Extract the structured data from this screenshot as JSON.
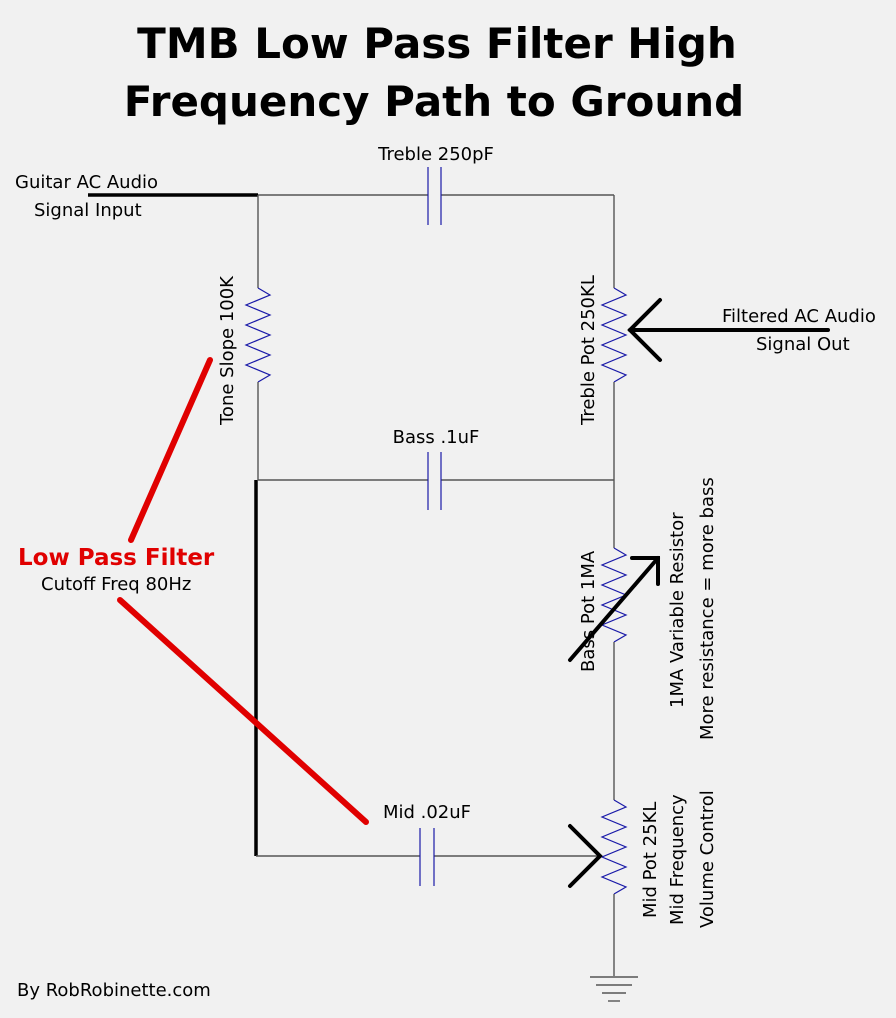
{
  "title": {
    "line1": "TMB Low Pass Filter High",
    "line2": "Frequency Path to Ground"
  },
  "input": {
    "line1": "Guitar AC Audio",
    "line2": "Signal Input"
  },
  "output": {
    "line1": "Filtered AC Audio",
    "line2": "Signal Out"
  },
  "components": {
    "treble_cap": "Treble 250pF",
    "bass_cap": "Bass .1uF",
    "mid_cap": "Mid .02uF",
    "tone_slope": "Tone Slope 100K",
    "treble_pot": "Treble Pot 250KL",
    "bass_pot": "Bass Pot 1MA",
    "mid_pot": "Mid Pot 25KL",
    "mid_desc1": "Mid Frequency",
    "mid_desc2": "Volume Control",
    "bass_desc1": "1MA Variable Resistor",
    "bass_desc2": "More resistance = more bass"
  },
  "filter_note": {
    "title": "Low Pass Filter",
    "subtitle": "Cutoff Freq 80Hz"
  },
  "credit": "By RobRobinette.com",
  "colors": {
    "background": "#f1f1f1",
    "component": "#1a1aa8",
    "highlight": "#e00000"
  }
}
